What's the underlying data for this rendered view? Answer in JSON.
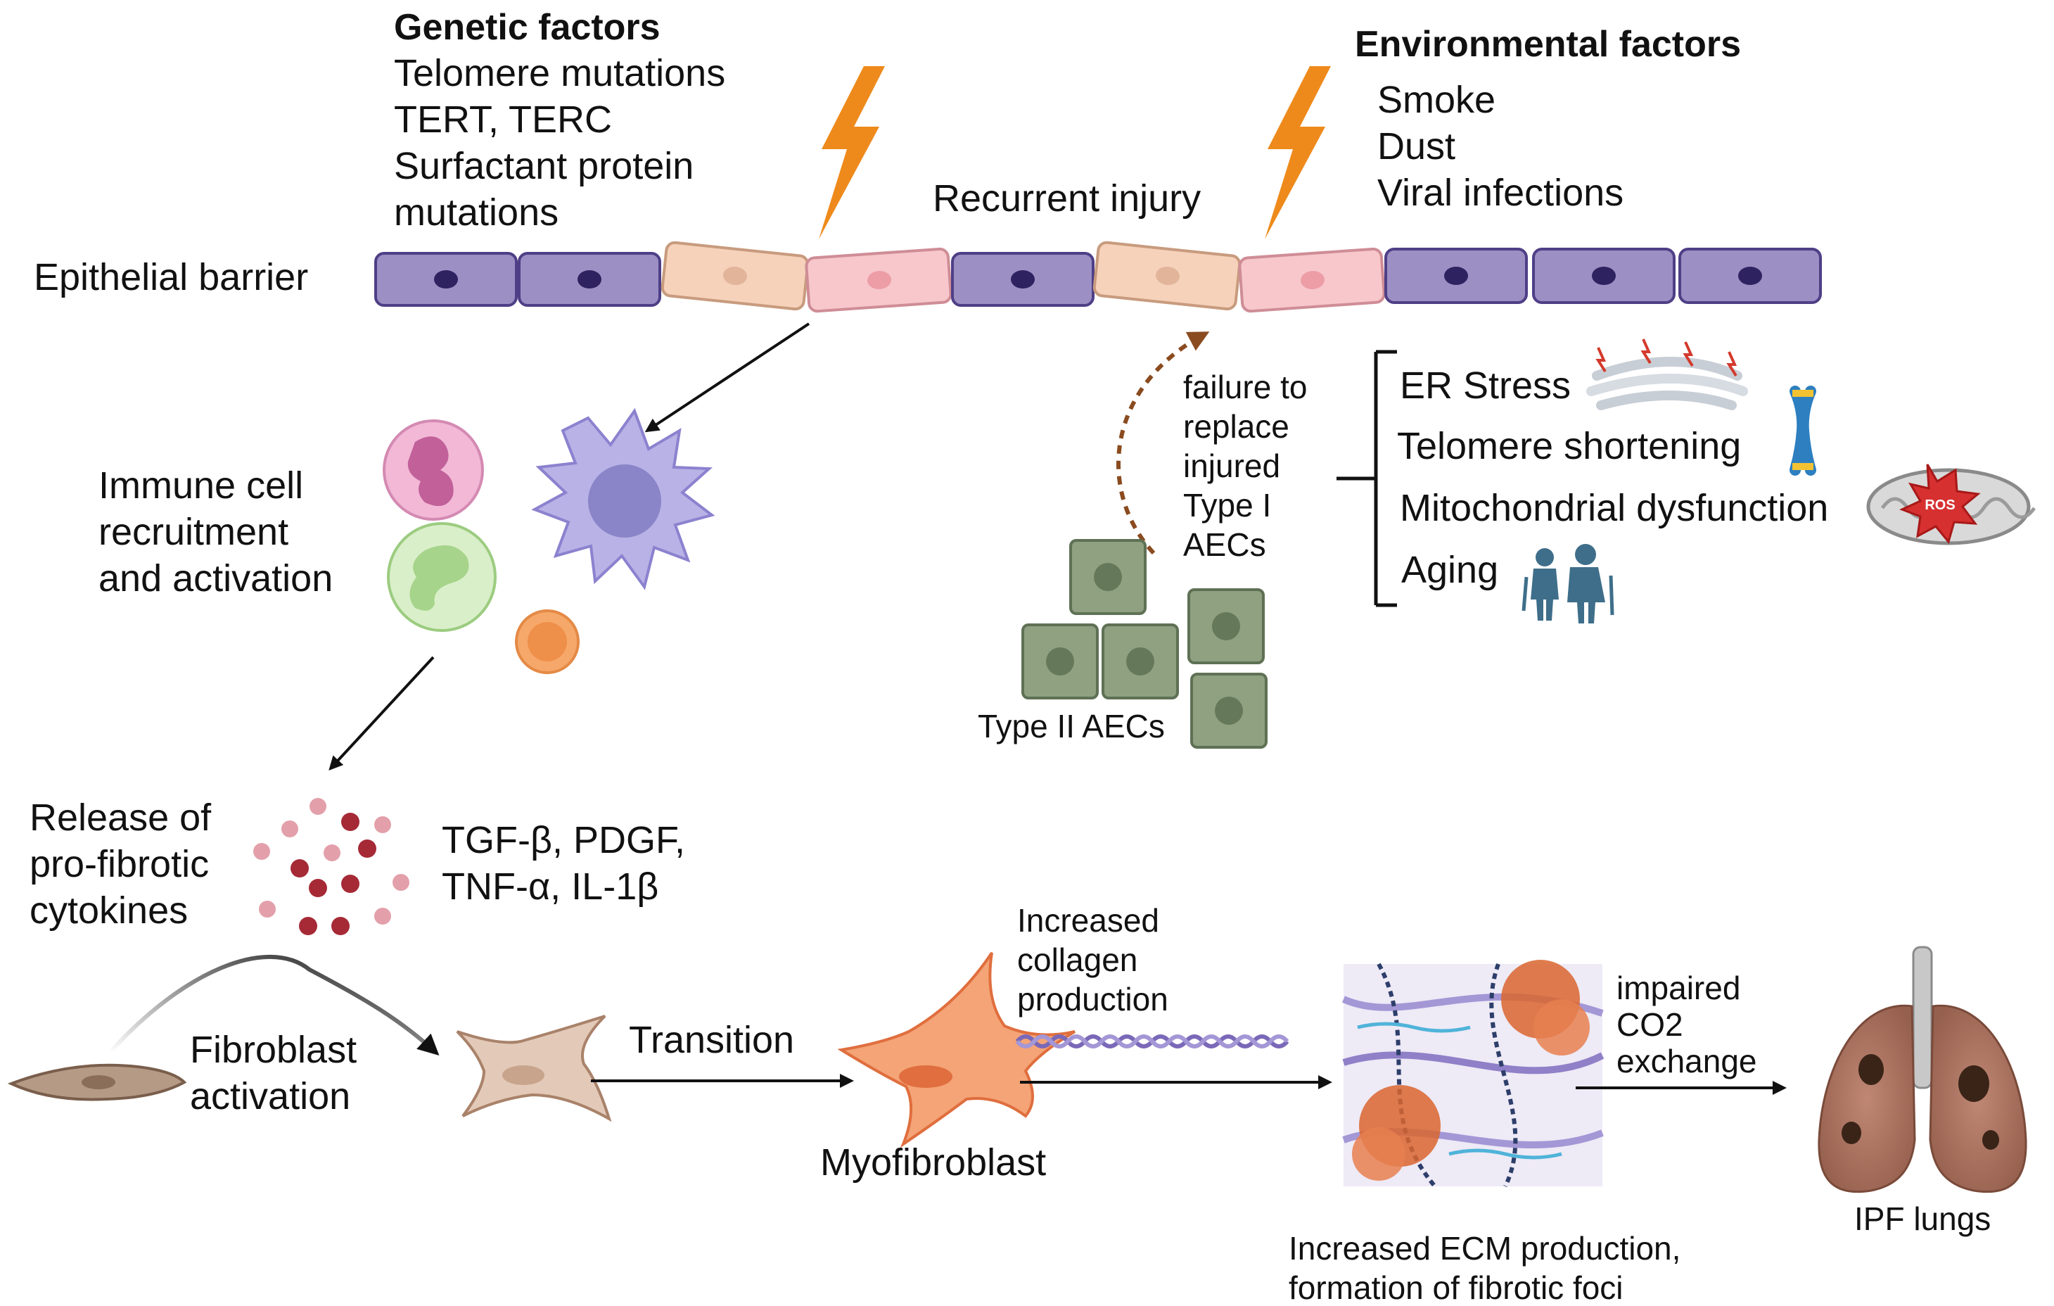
{
  "colors": {
    "cell_purple": "#9b8fc4",
    "cell_peach": "#f6d2bb",
    "cell_pink": "#f7c7cc",
    "bolt_orange": "#ee8a1b",
    "type2_green": "#8fa181",
    "myofibroblast": "#f09a6a",
    "lung": "#a9705c"
  },
  "genetic": {
    "heading": "Genetic factors",
    "lines": [
      "Telomere mutations",
      "TERT, TERC",
      "Surfactant protein",
      "mutations"
    ]
  },
  "environmental": {
    "heading": "Environmental factors",
    "lines": [
      "Smoke",
      "Dust",
      "Viral infections"
    ]
  },
  "epithelial_label": "Epithelial barrier",
  "recurrent_injury": "Recurrent injury",
  "immune": {
    "lines": [
      "Immune cell",
      "recruitment",
      "and activation"
    ]
  },
  "failure": {
    "lines": [
      "failure to",
      "replace",
      "injured",
      "Type I",
      "AECs"
    ]
  },
  "type2_label": "Type II AECs",
  "stressors": [
    {
      "label": "ER Stress",
      "icon": "er-stress-icon"
    },
    {
      "label": "Telomere shortening",
      "icon": "chromosome-icon"
    },
    {
      "label": "Mitochondrial dysfunction",
      "icon": "mitochondria-ros-icon"
    },
    {
      "label": "Aging",
      "icon": "elderly-couple-icon"
    }
  ],
  "ros_label": "ROS",
  "cytokines": {
    "lines": [
      "Release of",
      "pro-fibrotic",
      "cytokines"
    ],
    "names": [
      "TGF-β, PDGF,",
      "TNF-α, IL-1β"
    ]
  },
  "fibroblast": {
    "lines": [
      "Fibroblast",
      "activation"
    ]
  },
  "transition": "Transition",
  "myofibroblast": "Myofibroblast",
  "collagen": {
    "lines": [
      "Increased",
      "collagen",
      "production"
    ]
  },
  "ecm": {
    "lines": [
      "Increased ECM production,",
      "formation of fibrotic foci"
    ]
  },
  "exchange": {
    "lines": [
      "impaired",
      "CO2",
      "exchange"
    ]
  },
  "ipf": "IPF lungs"
}
